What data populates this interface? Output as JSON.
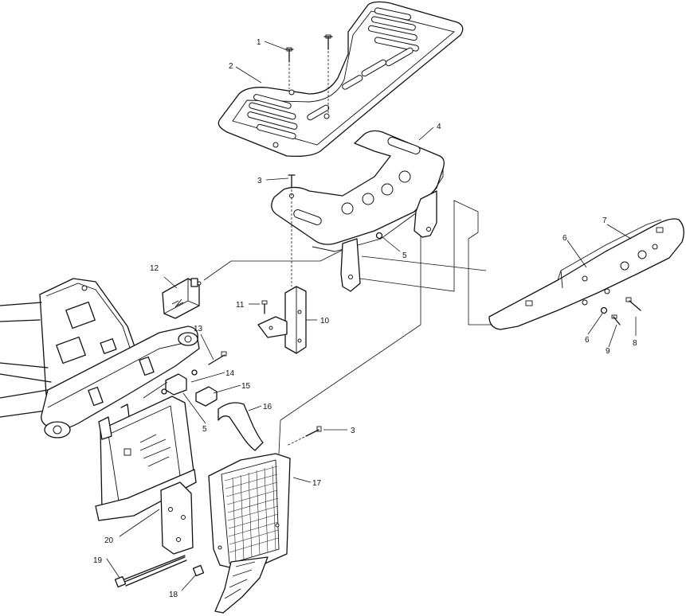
{
  "callouts": [
    {
      "id": "c1",
      "label": "1"
    },
    {
      "id": "c2",
      "label": "2"
    },
    {
      "id": "c3a",
      "label": "3"
    },
    {
      "id": "c4",
      "label": "4"
    },
    {
      "id": "c5a",
      "label": "5"
    },
    {
      "id": "c6a",
      "label": "6"
    },
    {
      "id": "c7",
      "label": "7"
    },
    {
      "id": "c12",
      "label": "12"
    },
    {
      "id": "c11",
      "label": "11"
    },
    {
      "id": "c10",
      "label": "10"
    },
    {
      "id": "c13",
      "label": "13"
    },
    {
      "id": "c14",
      "label": "14"
    },
    {
      "id": "c15",
      "label": "15"
    },
    {
      "id": "c16",
      "label": "16"
    },
    {
      "id": "c5b",
      "label": "5"
    },
    {
      "id": "c3b",
      "label": "3"
    },
    {
      "id": "c17",
      "label": "17"
    },
    {
      "id": "c6b",
      "label": "6"
    },
    {
      "id": "c9",
      "label": "9"
    },
    {
      "id": "c8",
      "label": "8"
    },
    {
      "id": "c20",
      "label": "20"
    },
    {
      "id": "c19",
      "label": "19"
    },
    {
      "id": "c18",
      "label": "18"
    }
  ]
}
